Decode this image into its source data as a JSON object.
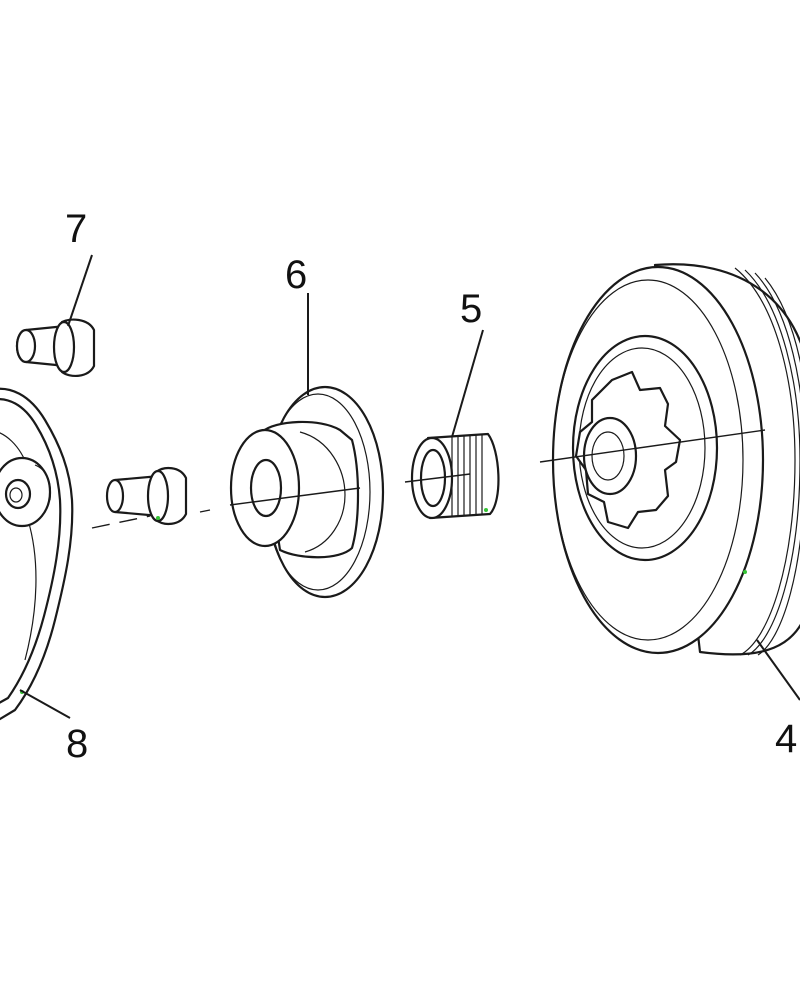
{
  "callouts": {
    "part_4": "4",
    "part_5": "5",
    "part_6": "6",
    "part_7": "7",
    "part_8": "8"
  },
  "colors": {
    "line": "#1a1a1a",
    "background": "#ffffff",
    "accent_dots": "#35c435"
  }
}
